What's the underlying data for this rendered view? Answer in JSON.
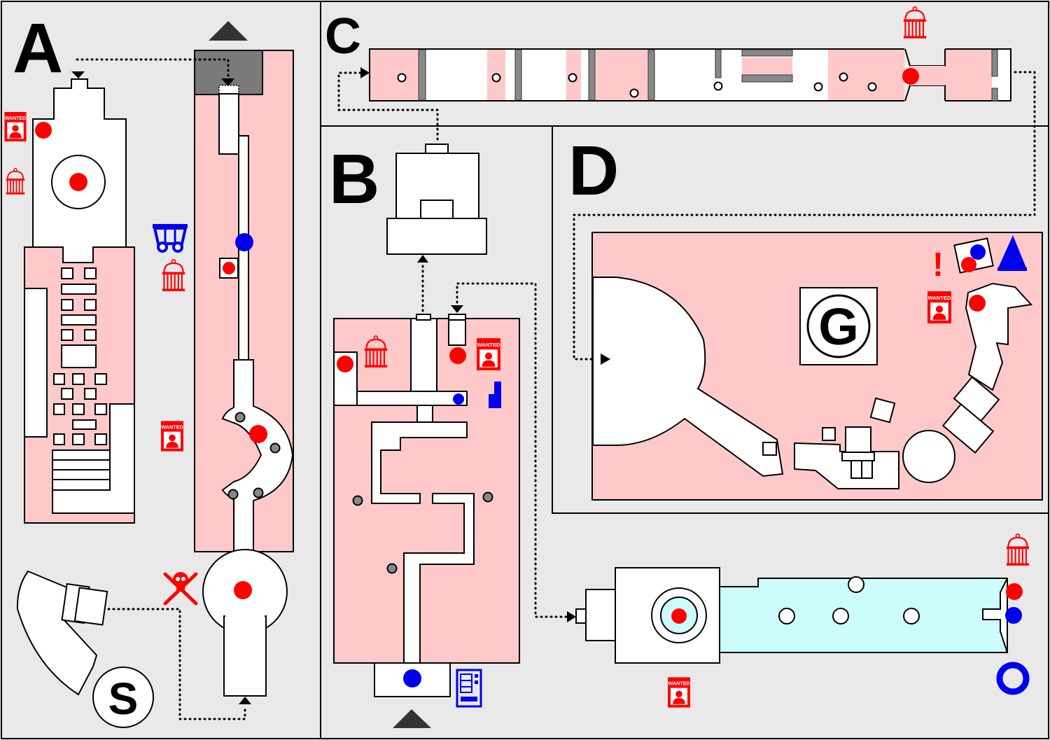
{
  "sections": {
    "a": {
      "label": "A"
    },
    "b": {
      "label": "B"
    },
    "c": {
      "label": "C"
    },
    "d": {
      "label": "D"
    }
  },
  "markers": {
    "start": "S",
    "goal": "G",
    "alert": "!",
    "wanted_label": "WANTED"
  },
  "colors": {
    "background": "#e9e9e9",
    "floor_pink": "#ffc9c9",
    "floor_cyan": "#ccfcfc",
    "wall": "#000000",
    "enemy_red": "#ff0000",
    "ally_blue": "#0000ee",
    "pillar_gray": "#888888",
    "dark_block": "#7a7a7a"
  },
  "icons": {
    "cage": "birdcage-icon",
    "wanted": "wanted-poster-icon",
    "cart": "mine-cart-icon",
    "skull": "skull-crossbones-icon",
    "vending": "vending-machine-icon",
    "stairs": "stairs-icon",
    "cone": "cone-icon",
    "ring": "ring-icon",
    "exit_arrow": "triangle-up-icon"
  }
}
